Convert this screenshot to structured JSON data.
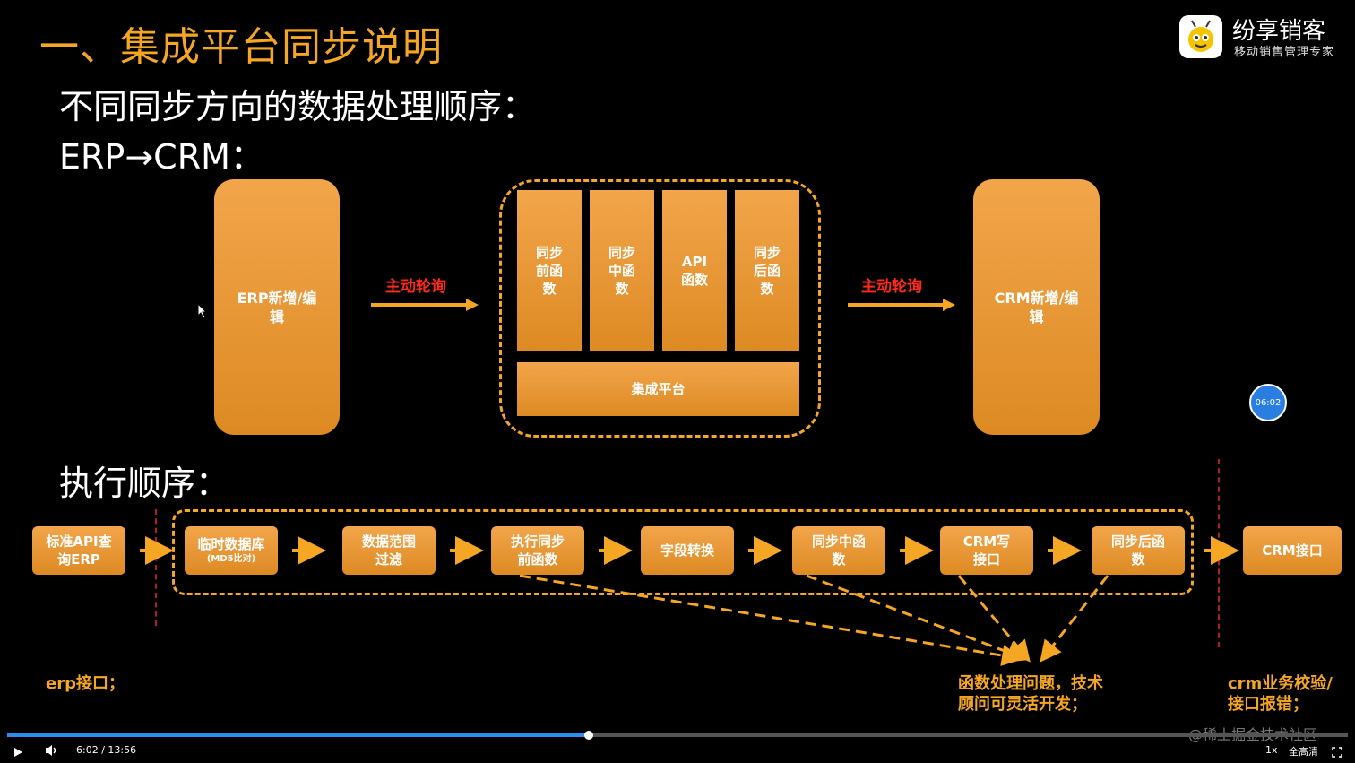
{
  "slide": {
    "title": "一、集成平台同步说明",
    "subtitle": "不同同步方向的数据处理顺序：",
    "direction": "ERP→CRM："
  },
  "logo": {
    "name": "纷享销客",
    "tagline": "移动销售管理专家"
  },
  "top_diagram": {
    "left_box": "ERP新增/编辑",
    "poll_left": "主动轮询",
    "poll_right": "主动轮询",
    "columns": [
      "同步前函数",
      "同步中函数",
      "API函数",
      "同步后函数"
    ],
    "platform": "集成平台",
    "right_box": "CRM新增/编辑"
  },
  "exec": {
    "heading": "执行顺序：",
    "steps": [
      "标准API查询ERP",
      "临时数据库",
      "数据范围过滤",
      "执行同步前函数",
      "字段转换",
      "同步中函数",
      "CRM写接口",
      "同步后函数",
      "CRM接口"
    ],
    "step2_suffix": "(MD5比对)",
    "note_left": "erp接口；",
    "note_mid_1": "函数处理问题，技术",
    "note_mid_2": "顾问可灵活开发；",
    "note_right_1": "crm业务校验/",
    "note_right_2": "接口报错；"
  },
  "player": {
    "time_badge": "06:02",
    "time": "6:02 / 13:56",
    "progress": 0.434,
    "speed": "1x",
    "quality": "全高清",
    "watermark": "@稀土掘金技术社区"
  },
  "icons": [
    "play-icon",
    "volume-icon",
    "fullscreen-icon",
    "cursor-icon"
  ]
}
